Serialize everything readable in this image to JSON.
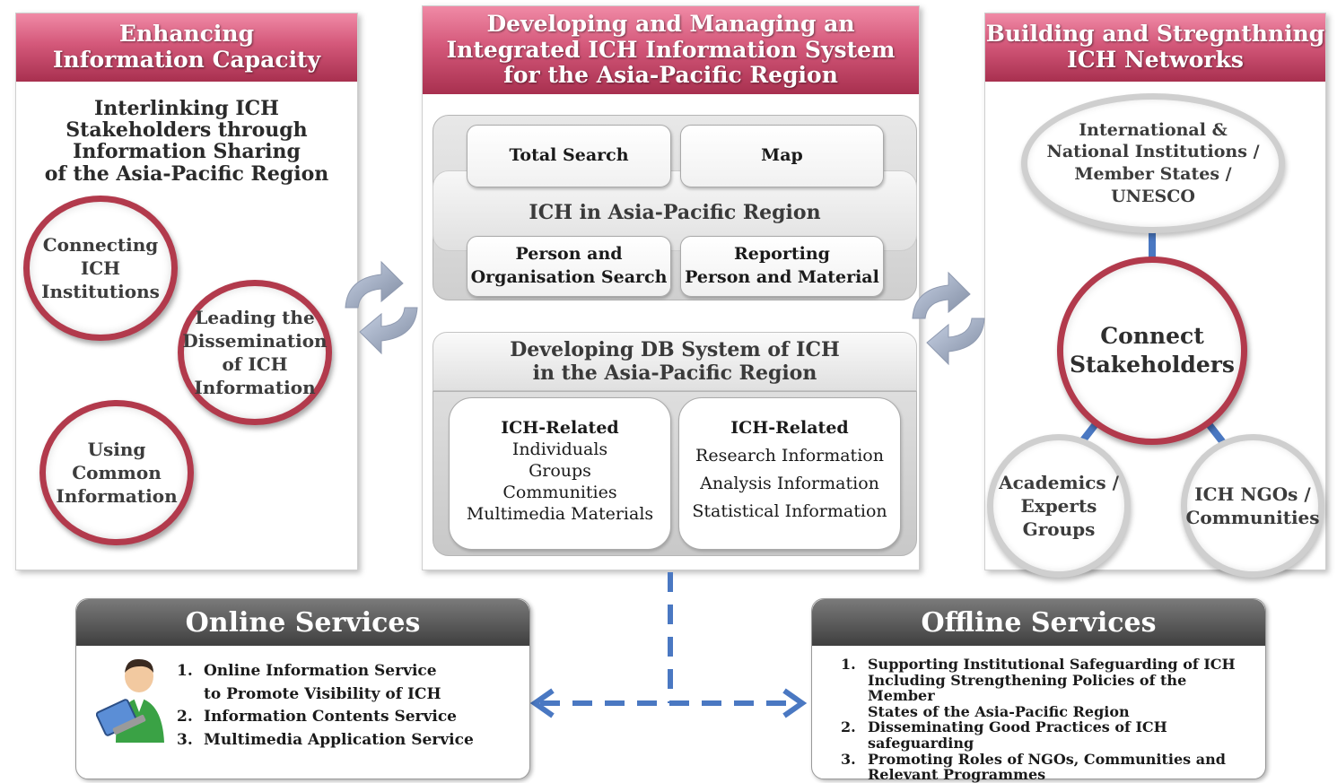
{
  "left_panel": {
    "title": "Enhancing\nInformation Capacity",
    "subtitle": "Interlinking ICH\nStakeholders through\nInformation Sharing\nof the Asia-Pacific Region",
    "circles": [
      "Connecting\nICH\nInstitutions",
      "Leading the\nDissemination\nof ICH\nInformation",
      "Using\nCommon\nInformation"
    ]
  },
  "center_panel": {
    "title": "Developing and Managing an\nIntegrated ICH Information System\nfor the Asia-Pacific Region",
    "total_search": "Total Search",
    "map": "Map",
    "ich_region": "ICH in Asia-Pacific Region",
    "person_search": "Person and\nOrganisation Search",
    "reporting": "Reporting\nPerson and Material",
    "db_title": "Developing DB System of ICH\nin the Asia-Pacific Region",
    "db_left": {
      "heading": "ICH-Related",
      "items": [
        "Individuals",
        "Groups",
        "Communities",
        "Multimedia Materials"
      ]
    },
    "db_right": {
      "heading": "ICH-Related",
      "items": [
        "Research Information",
        "Analysis Information",
        "Statistical Information"
      ]
    }
  },
  "right_panel": {
    "title": "Building and Stregnthning\nICH Networks",
    "top_node": "International &\nNational Institutions /\nMember States /\nUNESCO",
    "center_node": "Connect\nStakeholders",
    "left_node": "Academics /\nExperts\nGroups",
    "right_node": "ICH NGOs /\nCommunities"
  },
  "online": {
    "title": "Online Services",
    "items": [
      {
        "num": "1.",
        "text": "Online Information Service\nto Promote Visibility of ICH"
      },
      {
        "num": "2.",
        "text": "Information Contents Service"
      },
      {
        "num": "3.",
        "text": "Multimedia Application Service"
      }
    ]
  },
  "offline": {
    "title": "Offline Services",
    "items": [
      {
        "num": "1.",
        "text": "Supporting Institutional Safeguarding of ICH\nIncluding Strengthening Policies of the Member\nStates of the Asia-Pacific Region"
      },
      {
        "num": "2.",
        "text": "Disseminating Good Practices of ICH safeguarding"
      },
      {
        "num": "3.",
        "text": "Promoting Roles of  NGOs,  Communities and\nRelevant Programmes"
      }
    ]
  },
  "colors": {
    "header_pink": "#d4587a",
    "circle_red": "#b23a4c",
    "connector_blue": "#4a78c2",
    "service_header": "#555555"
  },
  "icons": {
    "left_cycle": "cycle-arrows-icon",
    "right_cycle": "cycle-arrows-icon",
    "user": "user-laptop-icon"
  }
}
